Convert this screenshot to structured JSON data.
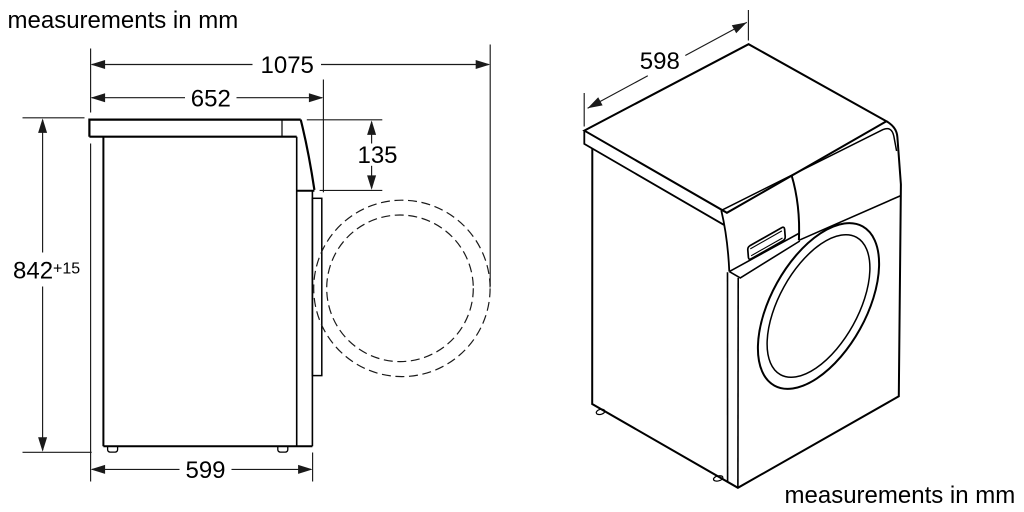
{
  "notes": {
    "top_left": "measurements in mm",
    "bottom_right": "measurements in mm"
  },
  "colors": {
    "background": "#ffffff",
    "outline": "#000000",
    "dimension_lines": "#1a1a1a"
  },
  "side_view": {
    "description": "side profile of washing machine with dashed door swing circles",
    "dimensions": {
      "depth_door_open": {
        "value": "1075",
        "unit": "mm"
      },
      "depth_with_door": {
        "value": "652",
        "unit": "mm"
      },
      "fascia_height": {
        "value": "135",
        "unit": "mm"
      },
      "height": {
        "value": "842",
        "tolerance": "+15",
        "unit": "mm"
      },
      "cabinet_depth": {
        "value": "599",
        "unit": "mm"
      }
    }
  },
  "isometric_view": {
    "description": "isometric front view of washing machine",
    "dimensions": {
      "width": {
        "value": "598",
        "unit": "mm"
      }
    }
  }
}
